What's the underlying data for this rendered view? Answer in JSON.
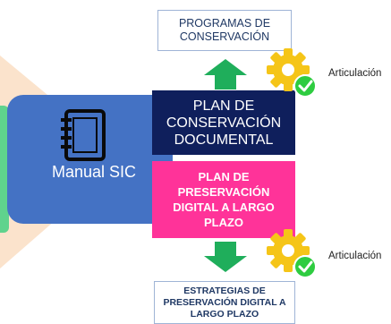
{
  "nodes": {
    "programas": "PROGRAMAS DE CONSERVACIÓN",
    "plan_conservacion": "PLAN DE CONSERVACIÓN DOCUMENTAL",
    "plan_preservacion": "PLAN DE PRESERVACIÓN DIGITAL A LARGO PLAZO",
    "estrategias": "ESTRATEGIAS DE PRESERVACIÓN DIGITAL A LARGO PLAZO",
    "manual": "Manual SIC"
  },
  "labels": {
    "articulacion_top": "Articulación",
    "articulacion_bottom": "Articulación"
  },
  "icons": {
    "manual": "notebook-icon",
    "gear": "gear-check-icon",
    "arrow_up": "arrow-up-icon",
    "arrow_down": "arrow-down-icon"
  },
  "colors": {
    "manual_panel": "#4472c4",
    "navy_box": "#0f1f5c",
    "pink_box": "#ff3399",
    "box_border": "#9fb4d6",
    "box_text": "#1f3864",
    "arrow": "#1fae5b",
    "gear": "#f5c518",
    "check": "#2ecc40",
    "fan": "#fbe3cc"
  }
}
